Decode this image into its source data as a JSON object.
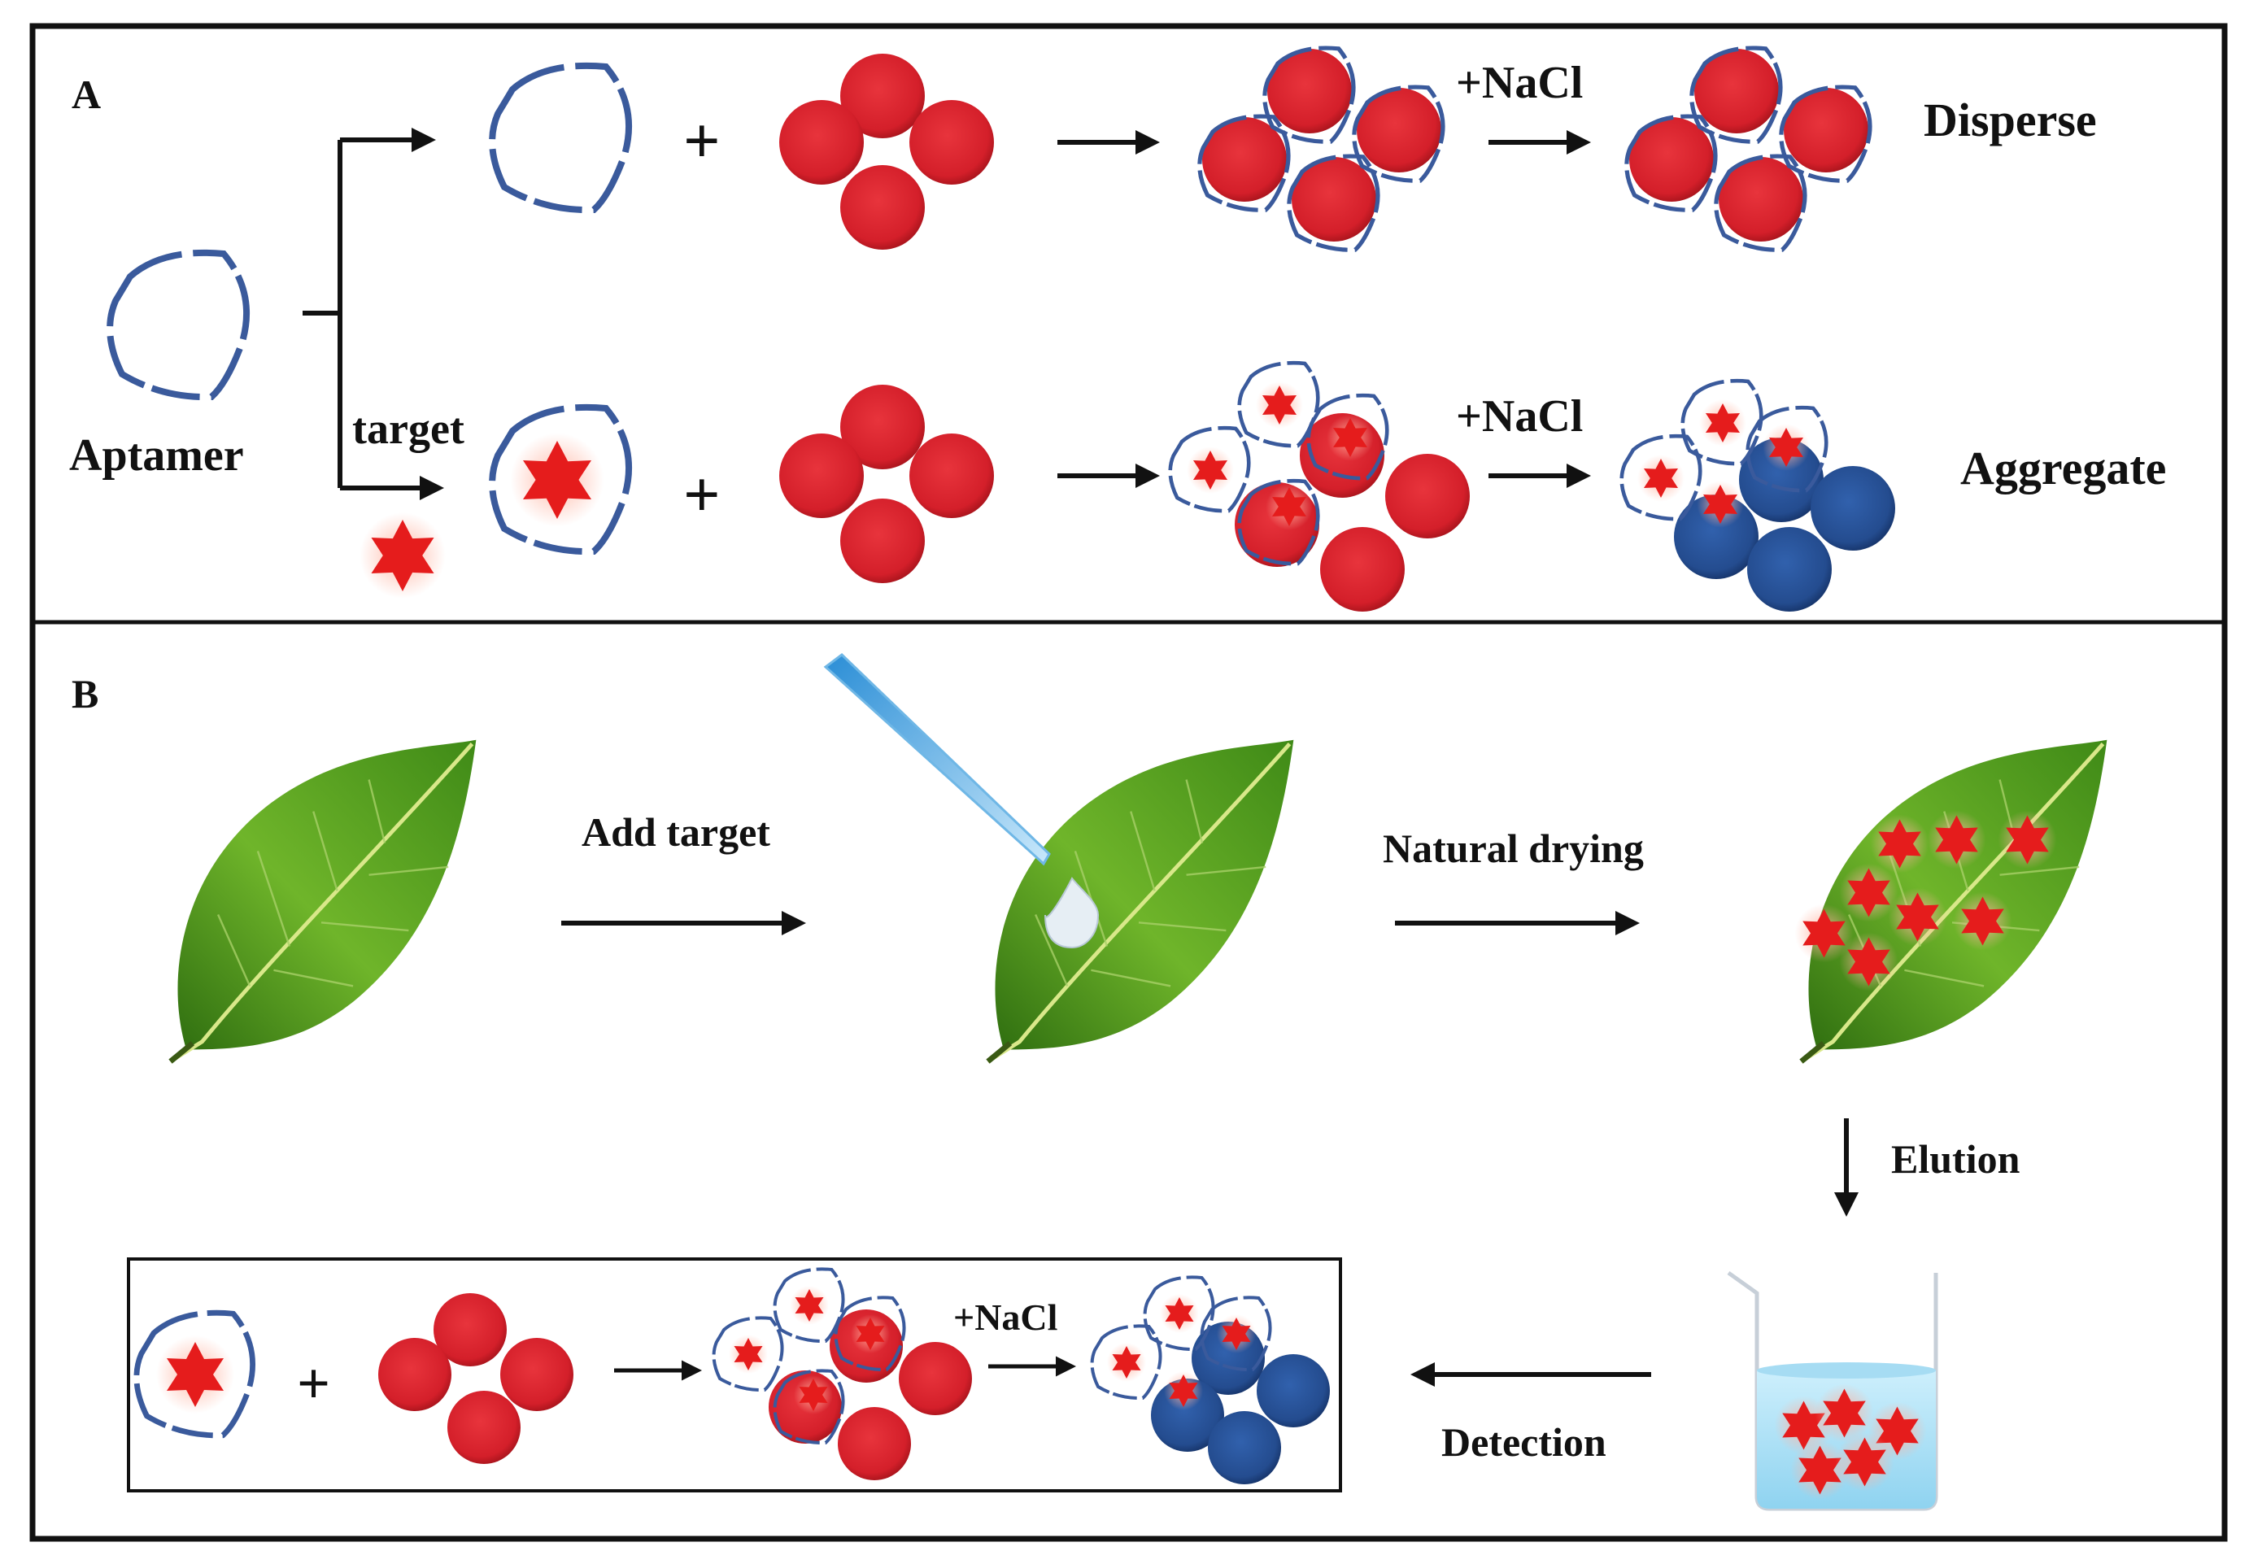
{
  "panel_a": {
    "label": "A",
    "aptamer_label": "Aptamer",
    "target_label": "target",
    "plus": "+",
    "nacl_top": "+NaCl",
    "nacl_bottom": "+NaCl",
    "disperse_label": "Disperse",
    "aggregate_label": "Aggregate"
  },
  "panel_b": {
    "label": "B",
    "add_target": "Add target",
    "natural_drying": "Natural drying",
    "elution": "Elution",
    "detection": "Detection",
    "plus": "+",
    "nacl": "+NaCl"
  },
  "colors": {
    "gold_np_dispersed": "#d9252f",
    "gold_np_aggregated": "#274f94",
    "aptamer_strand": "#3a5a9c",
    "target_star": "#e51c1c",
    "leaf_green": "#4f9a1f",
    "frame": "#111111"
  },
  "icons": [
    "aptamer-loop-icon",
    "gold-nanoparticle-icon",
    "target-star-icon",
    "leaf-icon",
    "pipette-icon",
    "droplet-icon",
    "beaker-icon",
    "arrow-icon"
  ]
}
